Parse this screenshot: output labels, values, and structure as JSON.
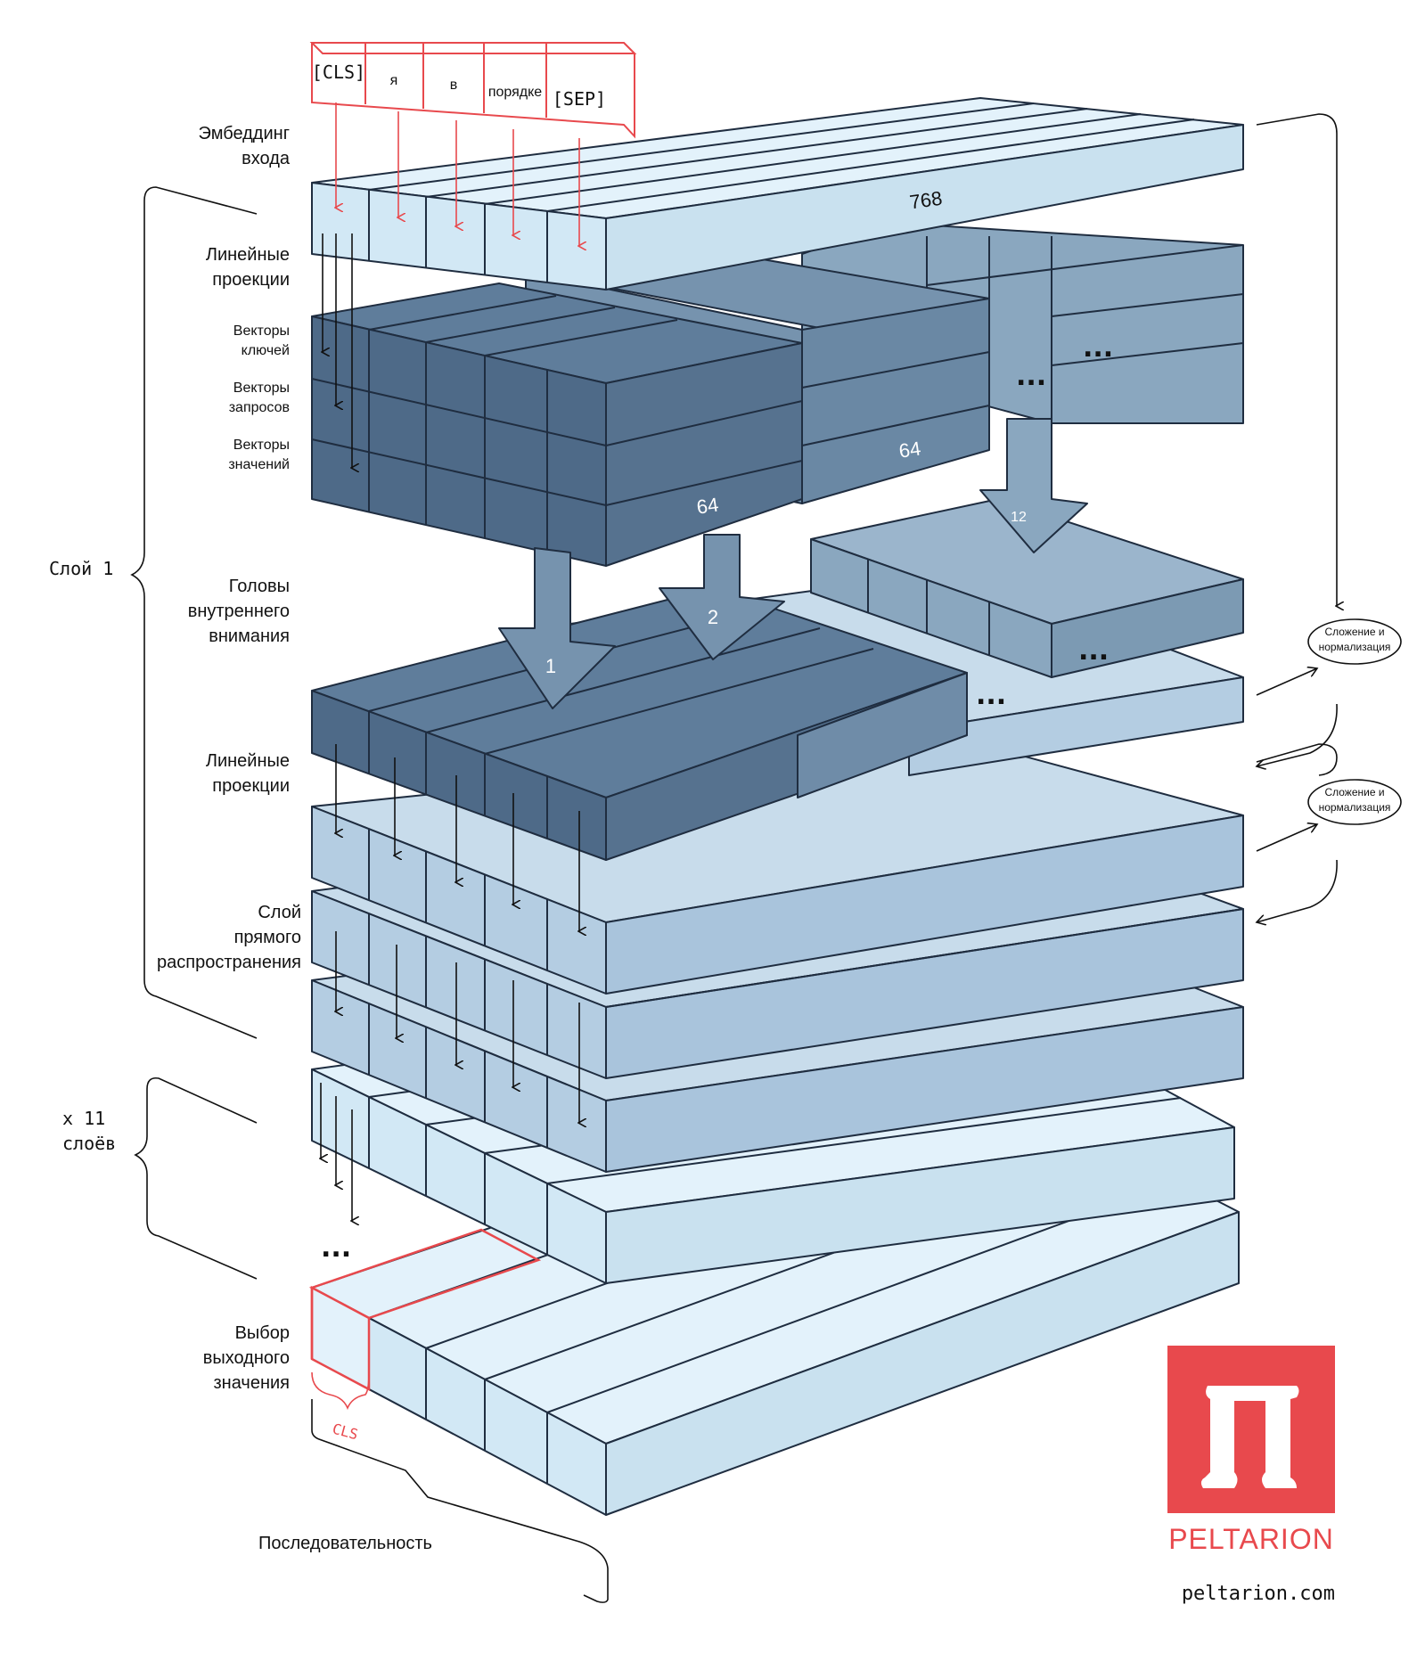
{
  "tokens": [
    "[CLS]",
    "я",
    "в",
    "порядке",
    "[SEP]"
  ],
  "labels": {
    "input_embedding": [
      "Эмбеддинг",
      "входа"
    ],
    "linear_projections_top": [
      "Линейные",
      "проекции"
    ],
    "key_vectors": [
      "Векторы",
      "ключей"
    ],
    "query_vectors": [
      "Векторы",
      "запросов"
    ],
    "value_vectors": [
      "Векторы",
      "значений"
    ],
    "attention_heads": [
      "Головы",
      "внутреннего",
      "внимания"
    ],
    "linear_projections_mid": [
      "Линейные",
      "проекции"
    ],
    "feed_forward": [
      "Слой",
      "прямого",
      "распространения"
    ],
    "output_select": [
      "Выбор",
      "выходного",
      "значения"
    ],
    "sequence": "Последовательность",
    "layer1": "Слой 1",
    "x11_layers": [
      "x 11",
      "слоёв"
    ],
    "add_norm_1": [
      "Сложение и",
      "нормализация"
    ],
    "add_norm_2": [
      "Сложение и",
      "нормализация"
    ]
  },
  "dims": {
    "embedding": "768",
    "head_front": "64",
    "head_mid": "64",
    "heads_count": "12"
  },
  "head_numbers": [
    "1",
    "2"
  ],
  "ellipsis": "...",
  "cls_label": "CLS",
  "logo": {
    "text": "PELTARION",
    "url": "peltarion.com",
    "color": "#e8494d"
  },
  "colors": {
    "light_top": "#e3f2fb",
    "light_front": "#d2e8f5",
    "mid_top": "#c8dceb",
    "mid_front": "#b4cde2",
    "dark_top": "#5a7693",
    "dark_front": "#4e6a88",
    "grey_top": "#8aa7bf",
    "grey_front": "#7c9ab3",
    "accent": "#e8494d",
    "stroke": "#1f2d40"
  }
}
